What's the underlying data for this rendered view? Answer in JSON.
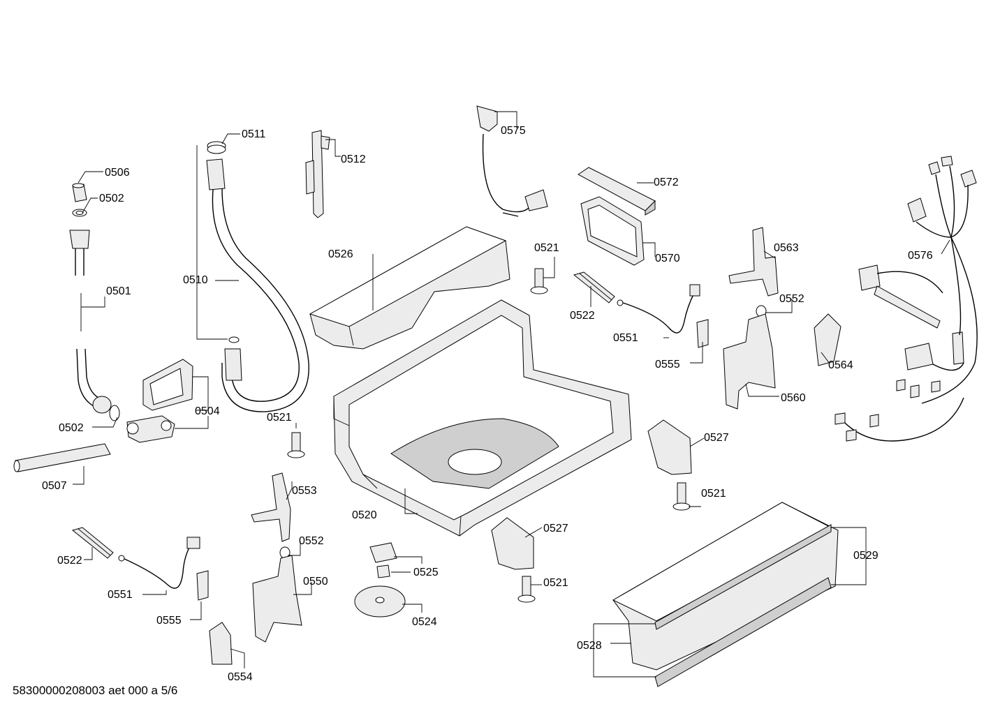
{
  "labels": {
    "l0506": "0506",
    "l0502a": "0502",
    "l0501": "0501",
    "l0502b": "0502",
    "l0507": "0507",
    "l0511": "0511",
    "l0510": "0510",
    "l0504": "0504",
    "l0512": "0512",
    "l0575": "0575",
    "l0572": "0572",
    "l0570": "0570",
    "l0526": "0526",
    "l0521a": "0521",
    "l0522a": "0522",
    "l0551a": "0551",
    "l0555a": "0555",
    "l0563": "0563",
    "l0552a": "0552",
    "l0564": "0564",
    "l0560": "0560",
    "l0576": "0576",
    "l0521b": "0521",
    "l0553": "0553",
    "l0520": "0520",
    "l0527a": "0527",
    "l0521c": "0521",
    "l0527b": "0527",
    "l0529": "0529",
    "l0522b": "0522",
    "l0552b": "0552",
    "l0551b": "0551",
    "l0550": "0550",
    "l0555b": "0555",
    "l0525": "0525",
    "l0524": "0524",
    "l0521d": "0521",
    "l0528": "0528",
    "l0554": "0554"
  },
  "footer": "58300000208003 aet 000 a 5/6"
}
